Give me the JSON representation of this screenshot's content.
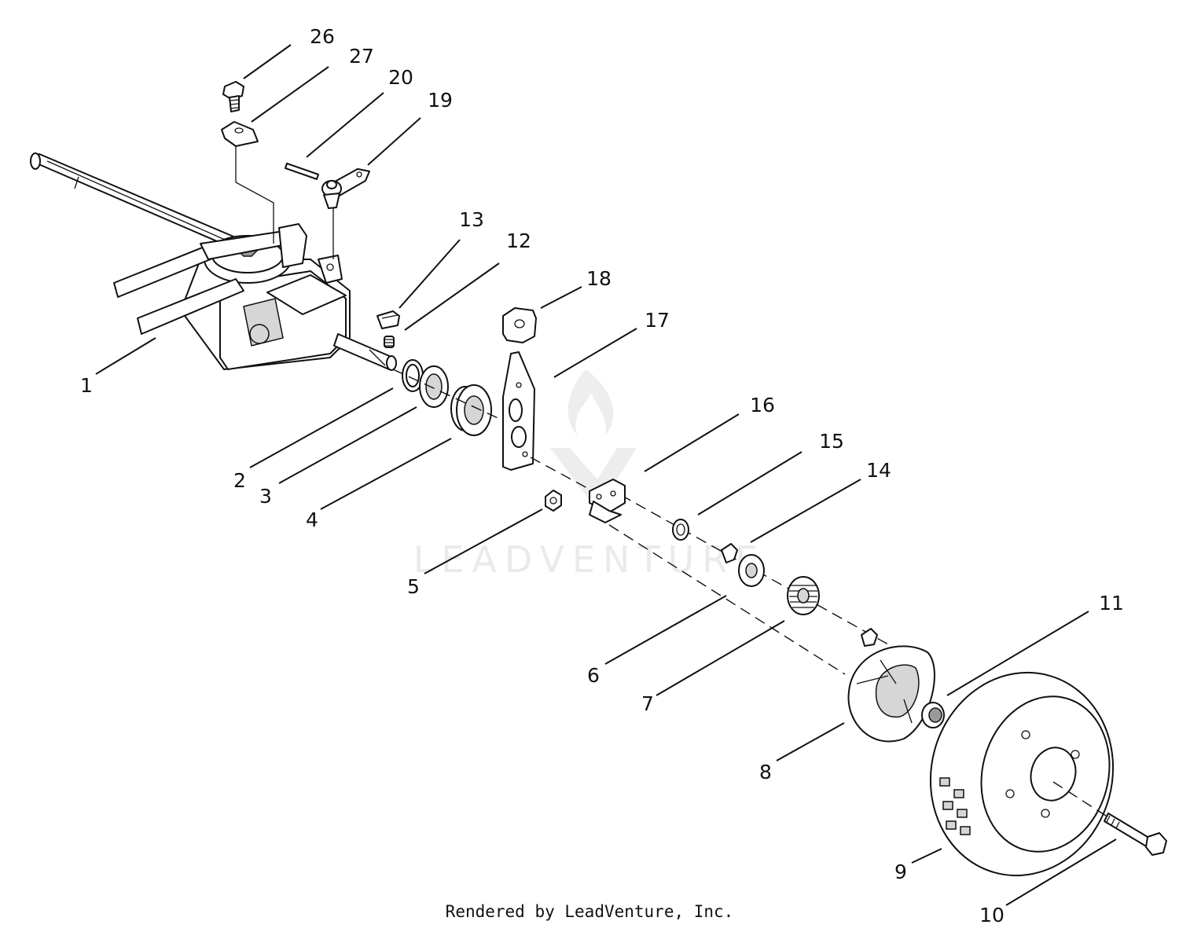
{
  "watermark": {
    "text": "LEADVENTURE"
  },
  "credit": "Rendered by LeadVenture, Inc.",
  "callouts": [
    "1",
    "2",
    "3",
    "4",
    "5",
    "6",
    "7",
    "8",
    "9",
    "10",
    "11",
    "12",
    "13",
    "14",
    "15",
    "16",
    "17",
    "18",
    "19",
    "20",
    "26",
    "27"
  ]
}
